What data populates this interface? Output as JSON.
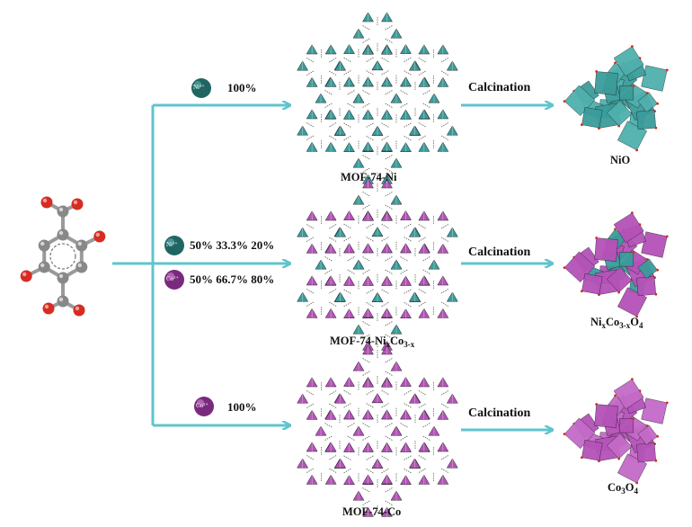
{
  "colors": {
    "arrow": "#5fc4cc",
    "ni": "#3a9c9a",
    "ni_dark": "#1f6663",
    "co": "#b452b8",
    "co_dark": "#7a2a7e",
    "carbon": "#888888",
    "oxygen": "#d62c22"
  },
  "ions": {
    "ni": "Ni²⁺",
    "co": "Co²⁺"
  },
  "routes": {
    "top": {
      "ratio": "100%",
      "mof": "MOF-74-Ni",
      "process": "Calcination",
      "product": "NiO"
    },
    "middle": {
      "ni_ratio": "50%  33.3%  20%",
      "co_ratio": "50%  66.7%  80%",
      "mof_main": "MOF-74-Ni",
      "mof_sub1": "x",
      "mof_co": "Co",
      "mof_sub2": "3-x",
      "process": "Calcination",
      "product_a": "Ni",
      "product_sub1": "x",
      "product_b": "Co",
      "product_sub2": "3-x",
      "product_c": "O",
      "product_sub3": "4"
    },
    "bottom": {
      "ratio": "100%",
      "mof": "MOF-74-Co",
      "process": "Calcination",
      "product_a": "Co",
      "product_sub1": "3",
      "product_b": "O",
      "product_sub2": "4"
    }
  }
}
